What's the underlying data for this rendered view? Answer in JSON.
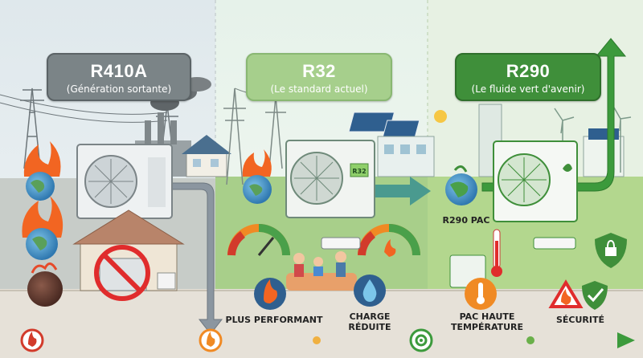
{
  "panels": {
    "r410a": {
      "title": "R410A",
      "subtitle": "(Génération sortante)"
    },
    "r32": {
      "title": "R32",
      "subtitle": "(Le standard actuel)"
    },
    "r290": {
      "title": "R290",
      "subtitle": "(Le fluide vert d'avenir)"
    }
  },
  "unit_labels": {
    "r32_unit": "R32",
    "r290_pac": "R290 PAC"
  },
  "benefits": [
    {
      "label": "PLUS PERFORMANT",
      "icon": "flame-icon"
    },
    {
      "label": "CHARGE\nRÉDUITE",
      "icon": "water-drop-icon"
    },
    {
      "label": "PAC HAUTE\nTEMPÉRATURE",
      "icon": "thermometer-icon"
    },
    {
      "label": "SÉCURITÉ",
      "icon": "shield-check-icon"
    }
  ],
  "timeline_icons": [
    "flame-icon",
    "flame-icon",
    "gear-icon"
  ],
  "colors": {
    "r410a_grey": "#7b8487",
    "r32_light_green": "#a6cf8c",
    "r290_green": "#3f8f3a",
    "timeline_red": "#d23b2b",
    "timeline_orange": "#f08a24",
    "timeline_green": "#3c9a3c",
    "flame": "#f26522"
  }
}
